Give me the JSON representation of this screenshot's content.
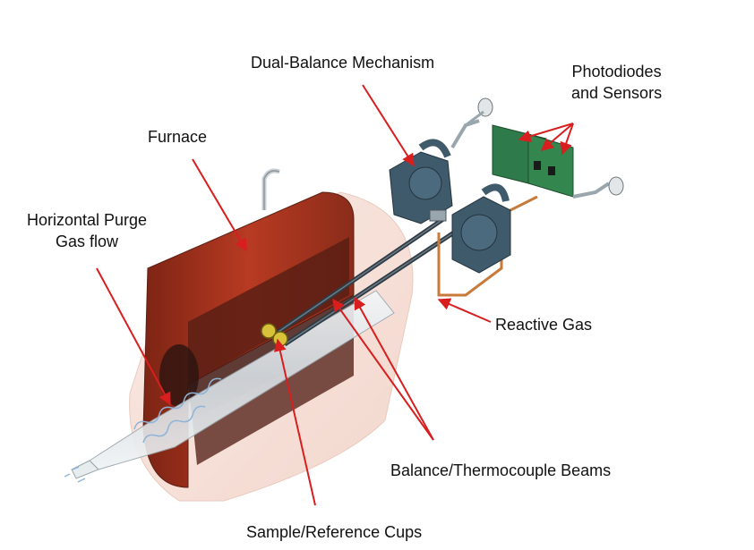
{
  "labels": {
    "dual_balance": "Dual-Balance Mechanism",
    "photodiodes_line1": "Photodiodes",
    "photodiodes_line2": "and Sensors",
    "furnace": "Furnace",
    "purge_line1": "Horizontal Purge",
    "purge_line2": "Gas flow",
    "reactive_gas": "Reactive Gas",
    "beams": "Balance/Thermocouple Beams",
    "cups": "Sample/Reference Cups"
  },
  "colors": {
    "arrow": "#d81e1e",
    "furnace": "#a8321f",
    "furnace_dark": "#5a1f14",
    "balance": "#3f5a6b",
    "circuit_board": "#2f7a4a",
    "tube": "#dfe6ea",
    "reactive_line": "#c87a3a",
    "sample_cup": "#d8c23a"
  },
  "icons": [
    "arrow-icon"
  ]
}
